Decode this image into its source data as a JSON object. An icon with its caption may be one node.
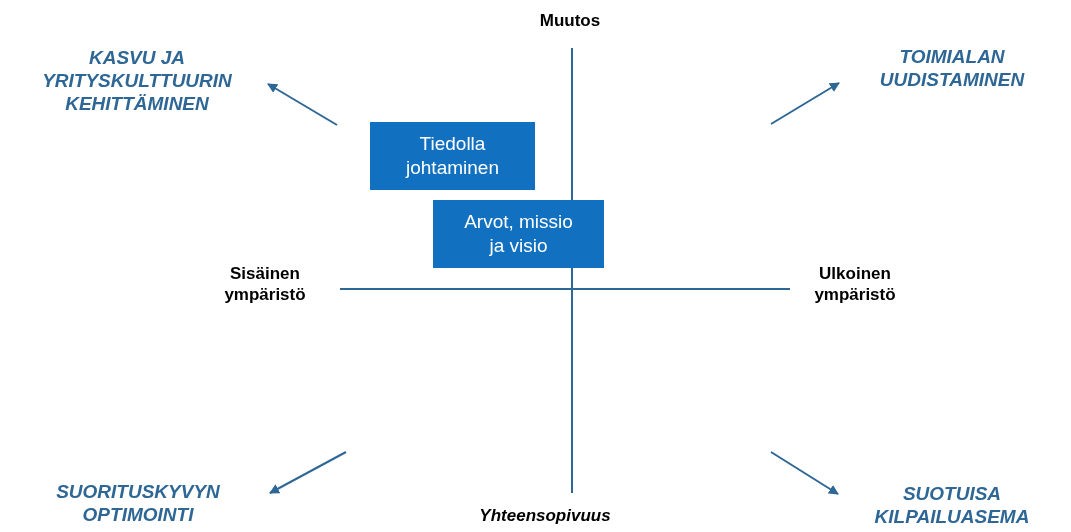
{
  "diagram": {
    "nodes": [
      {
        "text": [
          "KASVU JA YRITYSKULTTUURIN KEHITTÄMINEN"
        ]
      },
      {
        "text": [
          "TOIMIALAN UUDISTAMINEN"
        ]
      },
      {
        "text": [
          "Tiedolla johtaminen"
        ]
      },
      {
        "text": [
          "Arvot, missio ja visio"
        ]
      },
      {
        "text": [
          "SUORITUSKYVYN OPTIMOINTI"
        ]
      },
      {
        "text": [
          "SUOTUISA KILPAILUASEMA"
        ]
      }
    ],
    "edges": [
      {
        "from": null,
        "to": 0,
        "arrow": "to"
      },
      {
        "from": null,
        "to": 1,
        "arrow": "to"
      },
      {
        "from": null,
        "to": 4,
        "arrow": "to"
      },
      {
        "from": null,
        "to": 5,
        "arrow": "to"
      }
    ],
    "labels": [
      "Muutos",
      "Sisäinen ympäristö",
      "Ulkoinen ympäristö",
      "Yhteensopivuus"
    ]
  }
}
